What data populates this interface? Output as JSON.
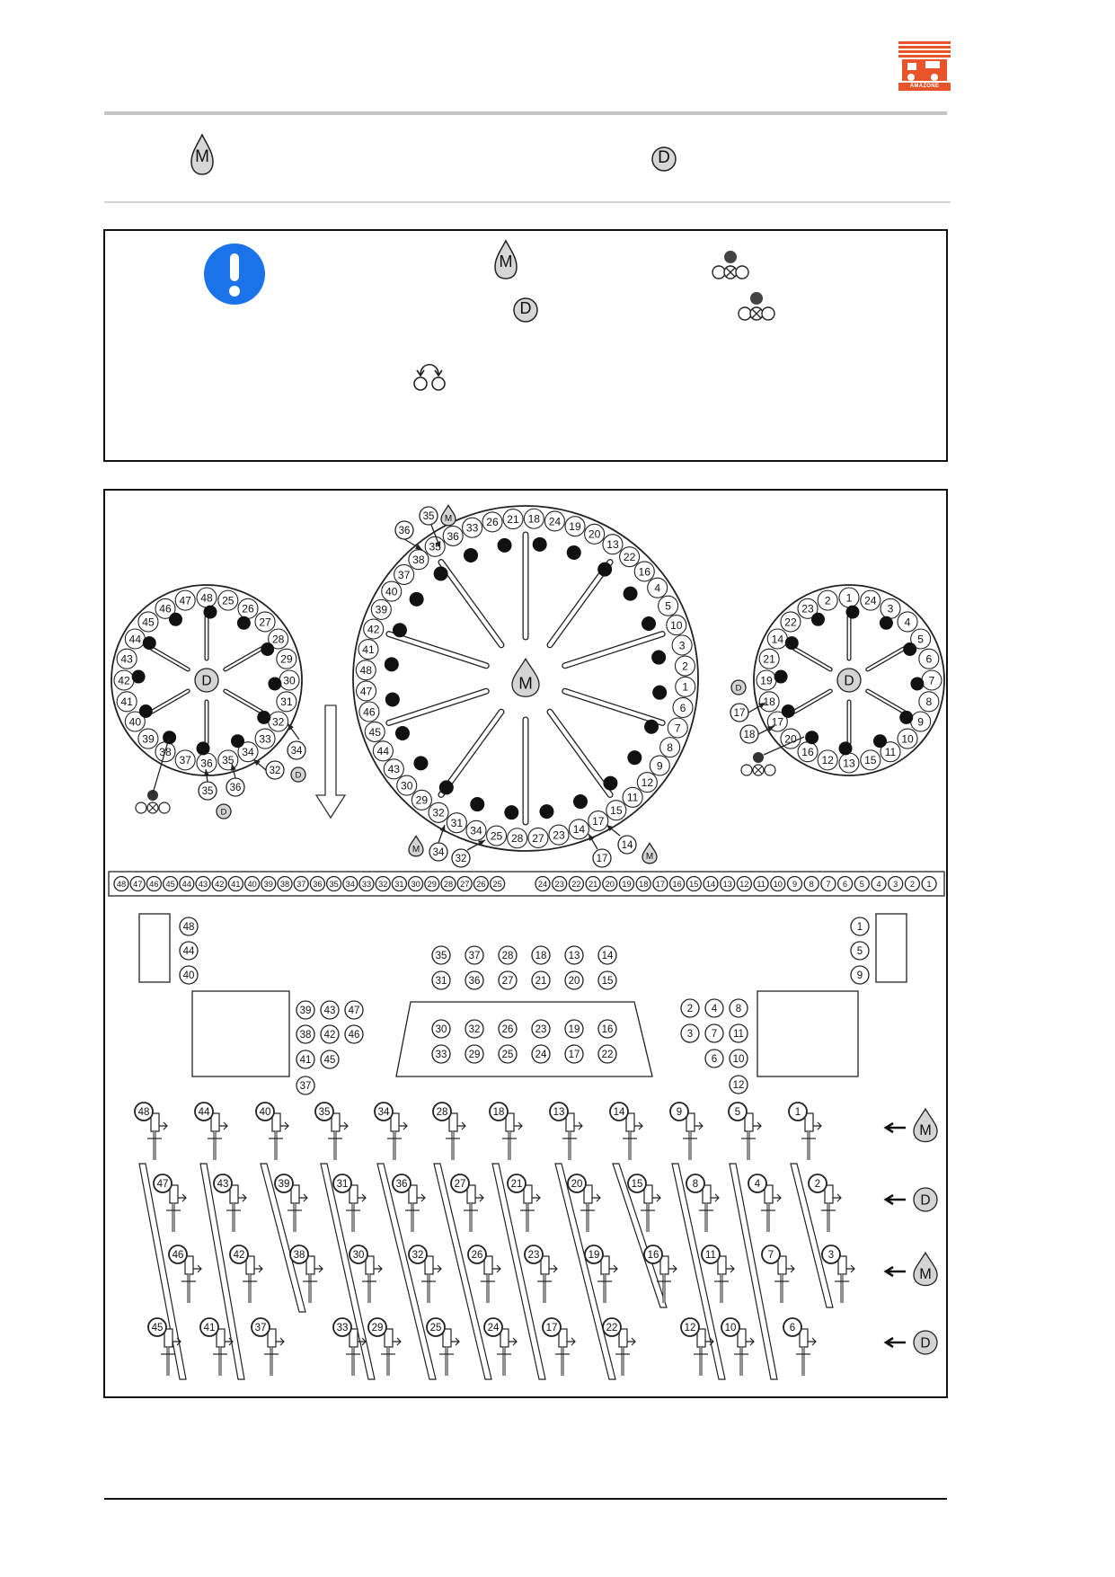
{
  "header": {
    "brand": "AMAZONE",
    "brand_color": "#e8542a",
    "symbol_m": "M",
    "symbol_d": "D"
  },
  "note": {
    "icon": "important-exclamation-icon",
    "icon_color": "#1a73e8",
    "symbol_m": "M",
    "symbol_d": "D",
    "swap_icon": "swap-arrows-icon"
  },
  "diagram": {
    "main_distributor": {
      "center": "M",
      "outer_ring": [
        "18",
        "24",
        "19",
        "20",
        "13",
        "22",
        "16",
        "4",
        "5",
        "10",
        "3",
        "2",
        "1",
        "6",
        "7",
        "8",
        "9",
        "12",
        "11",
        "15",
        "17",
        "14",
        "23",
        "27",
        "28",
        "25",
        "34",
        "31",
        "32",
        "29",
        "30",
        "43",
        "44",
        "45",
        "46",
        "47",
        "48",
        "41",
        "42",
        "39",
        "40",
        "37",
        "38",
        "35",
        "36",
        "33",
        "26",
        "21"
      ],
      "callouts": [
        "36",
        "35",
        "M",
        "34",
        "32",
        "M",
        "17",
        "14",
        "M"
      ]
    },
    "left_distributor": {
      "center": "D",
      "outer_ring": [
        "48",
        "25",
        "26",
        "27",
        "28",
        "29",
        "30",
        "31",
        "32",
        "33",
        "34",
        "35",
        "36",
        "37",
        "38",
        "39",
        "40",
        "41",
        "42",
        "43",
        "44",
        "45",
        "46",
        "47"
      ],
      "callouts": [
        "34",
        "32",
        "D",
        "35",
        "36",
        "D"
      ]
    },
    "right_distributor": {
      "center": "D",
      "outer_ring": [
        "1",
        "24",
        "3",
        "4",
        "5",
        "6",
        "7",
        "8",
        "9",
        "10",
        "11",
        "15",
        "13",
        "12",
        "16",
        "20",
        "17",
        "18",
        "19",
        "21",
        "14",
        "22",
        "23",
        "2"
      ],
      "callouts": [
        "D",
        "17",
        "18"
      ]
    },
    "strip_left": [
      "48",
      "47",
      "46",
      "45",
      "44",
      "43",
      "42",
      "41",
      "40",
      "39",
      "38",
      "37",
      "36",
      "35",
      "34",
      "33",
      "32",
      "31",
      "30",
      "29",
      "28",
      "27",
      "26",
      "25"
    ],
    "strip_right": [
      "24",
      "23",
      "22",
      "21",
      "20",
      "19",
      "18",
      "17",
      "16",
      "15",
      "14",
      "13",
      "12",
      "11",
      "10",
      "9",
      "8",
      "7",
      "6",
      "5",
      "4",
      "3",
      "2",
      "1"
    ],
    "layout_left_column": [
      "48",
      "44",
      "40"
    ],
    "layout_right_column": [
      "1",
      "5",
      "9"
    ],
    "layout_left_block": [
      "39",
      "43",
      "47",
      "38",
      "42",
      "46",
      "41",
      "45",
      "37"
    ],
    "layout_right_block": [
      "2",
      "4",
      "8",
      "3",
      "7",
      "11",
      "6",
      "10",
      "12"
    ],
    "layout_center_top": [
      "35",
      "37",
      "28",
      "18",
      "13",
      "14",
      "31",
      "36",
      "27",
      "21",
      "20",
      "15"
    ],
    "layout_center_tank": [
      "30",
      "32",
      "26",
      "23",
      "19",
      "16",
      "33",
      "29",
      "25",
      "24",
      "17",
      "22"
    ],
    "row1": [
      "48",
      "44",
      "40",
      "35",
      "34",
      "28",
      "18",
      "13",
      "14",
      "9",
      "5",
      "1"
    ],
    "row2": [
      "47",
      "43",
      "39",
      "31",
      "36",
      "27",
      "21",
      "20",
      "15",
      "8",
      "4",
      "2"
    ],
    "row3": [
      "46",
      "42",
      "38",
      "30",
      "32",
      "26",
      "23",
      "19",
      "16",
      "11",
      "7",
      "3"
    ],
    "row4": [
      "45",
      "41",
      "37",
      "33",
      "29",
      "25",
      "24",
      "17",
      "22",
      "12",
      "10",
      "6"
    ],
    "row_labels": [
      "M",
      "D",
      "M",
      "D"
    ]
  }
}
